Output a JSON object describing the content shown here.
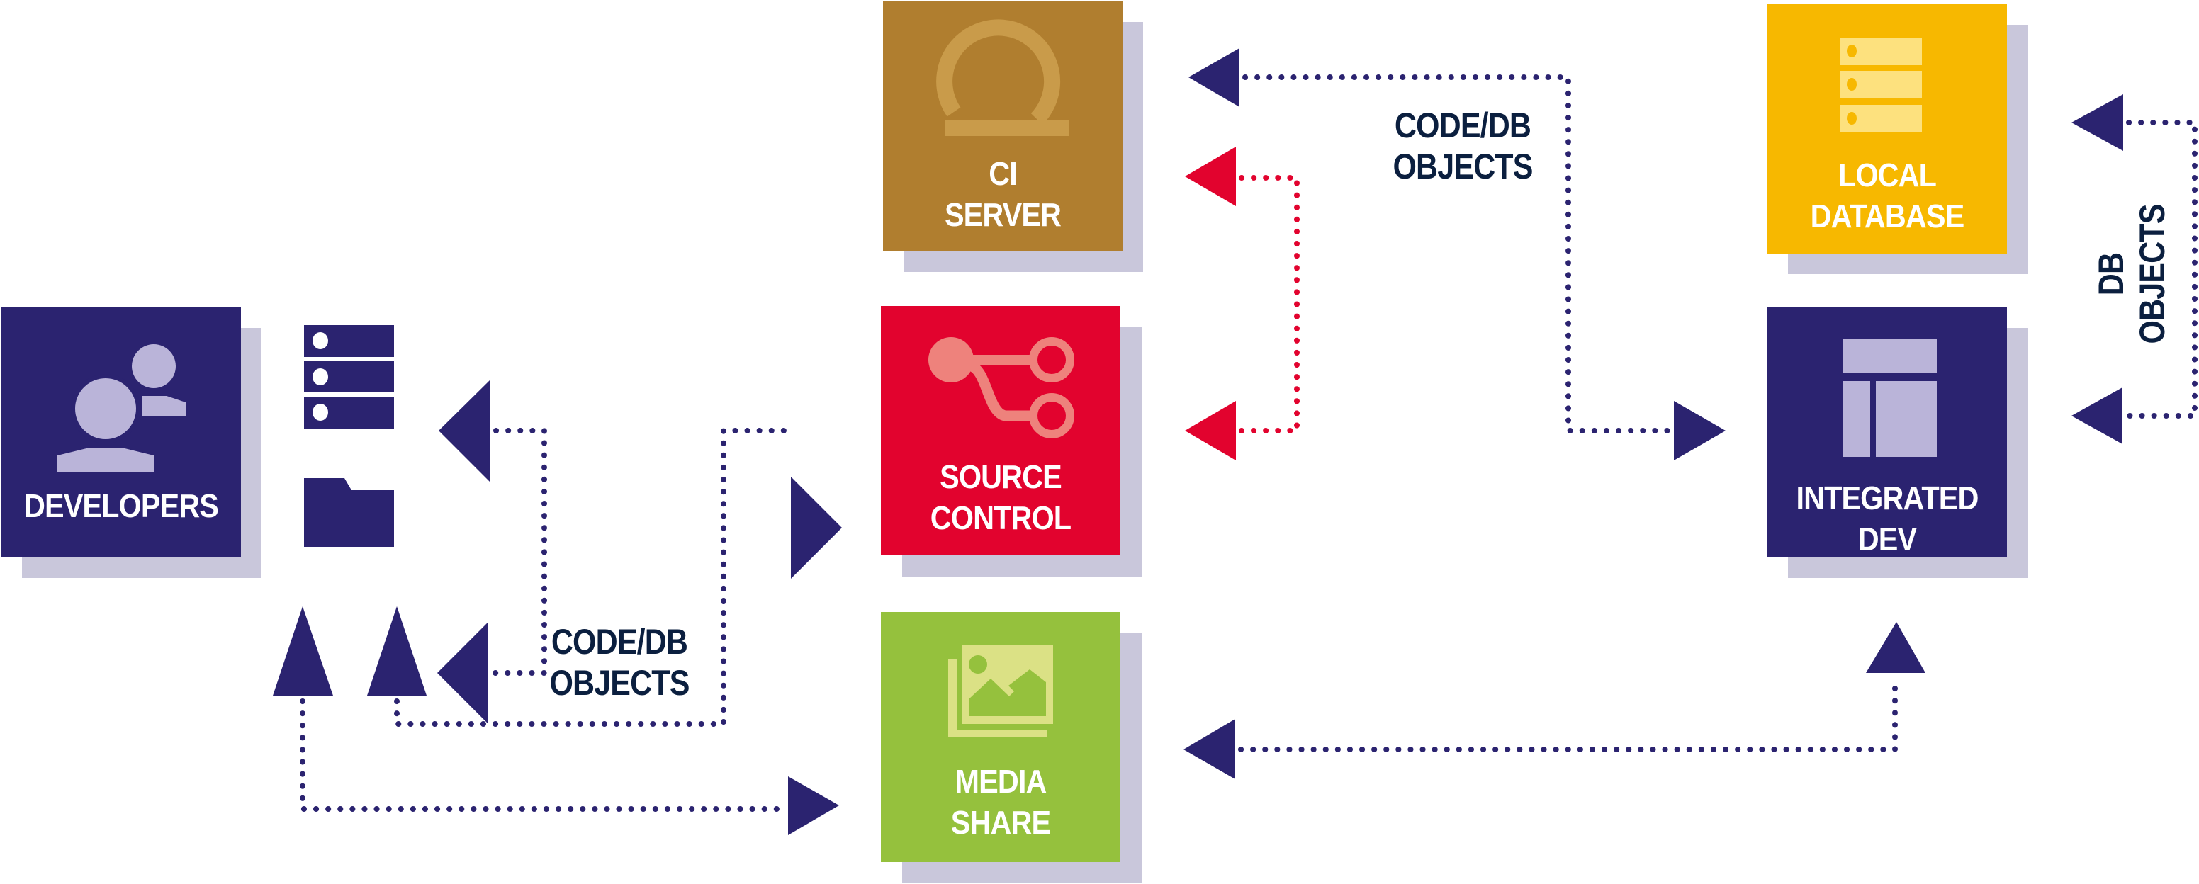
{
  "colors": {
    "navy": "#2b2370",
    "lavender": "#bab4d9",
    "shadow": "#c9c7db",
    "ci_gold": "#b07e2f",
    "ci_icon": "#c99b4a",
    "source_red": "#e2032e",
    "source_icon": "#ee827c",
    "media_green": "#95c13d",
    "media_icon": "#dbe185",
    "db_yellow": "#f7b800",
    "db_icon": "#fde17e",
    "label_dark": "#0b1f3f",
    "connector_red": "#e2032e"
  },
  "nodes": {
    "developers": {
      "lines": [
        "DEVELOPERS"
      ],
      "icon": "users-icon"
    },
    "ci_server": {
      "lines": [
        "CI",
        "SERVER"
      ],
      "icon": "loop-icon"
    },
    "source_control": {
      "lines": [
        "SOURCE",
        "CONTROL"
      ],
      "icon": "branch-icon"
    },
    "media_share": {
      "lines": [
        "MEDIA",
        "SHARE"
      ],
      "icon": "images-icon"
    },
    "local_database": {
      "lines": [
        "LOCAL",
        "DATABASE"
      ],
      "icon": "database-icon"
    },
    "integrated_dev": {
      "lines": [
        "INTEGRATED",
        "DEV"
      ],
      "icon": "layout-icon"
    }
  },
  "developer_assets": {
    "server": {
      "icon": "server-stack-icon"
    },
    "folder": {
      "icon": "folder-icon"
    }
  },
  "connector_labels": {
    "top": [
      "CODE/DB",
      "OBJECTS"
    ],
    "bottom": [
      "CODE/DB",
      "OBJECTS"
    ],
    "right": [
      "DB",
      "OBJECTS"
    ]
  },
  "connections": [
    {
      "from": "developer-assets",
      "to": "developer-assets",
      "style": "dotted",
      "color": "navy",
      "note": "loop between server and folder"
    },
    {
      "from": "developers",
      "to": "source_control",
      "style": "dotted",
      "color": "navy",
      "label": "bottom",
      "bidirectional": true
    },
    {
      "from": "developers",
      "to": "media_share",
      "style": "dotted",
      "color": "navy",
      "bidirectional": true
    },
    {
      "from": "ci_server",
      "to": "source_control",
      "style": "dotted",
      "color": "red",
      "bidirectional": true
    },
    {
      "from": "ci_server",
      "to": "integrated_dev",
      "style": "dotted",
      "color": "navy",
      "label": "top",
      "bidirectional": true
    },
    {
      "from": "media_share",
      "to": "integrated_dev",
      "style": "dotted",
      "color": "navy",
      "bidirectional": true
    },
    {
      "from": "local_database",
      "to": "integrated_dev",
      "style": "dotted",
      "color": "navy",
      "label": "right",
      "bidirectional": true
    }
  ]
}
